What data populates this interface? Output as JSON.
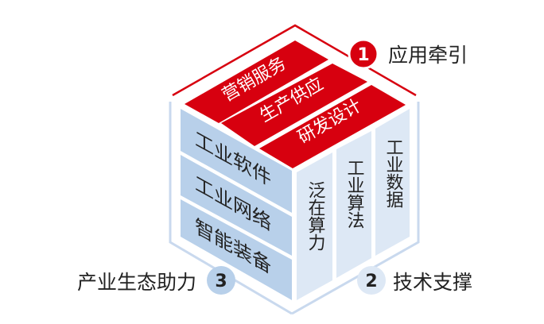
{
  "application": {
    "number": "1",
    "label": "应用牵引",
    "items": [
      "营销服务",
      "生产供应",
      "研发设计"
    ]
  },
  "technology": {
    "number": "2",
    "label": "技术支撑",
    "items": [
      "泛在算力",
      "工业算法",
      "工业数据"
    ]
  },
  "ecosystem": {
    "number": "3",
    "label": "产业生态助力",
    "items": [
      "工业软件",
      "工业网络",
      "智能装备"
    ]
  },
  "colors": {
    "red": "#d7000f",
    "blue": "#b8d0ea",
    "pale": "#dde8f5",
    "frame": "#c9d9ee"
  }
}
